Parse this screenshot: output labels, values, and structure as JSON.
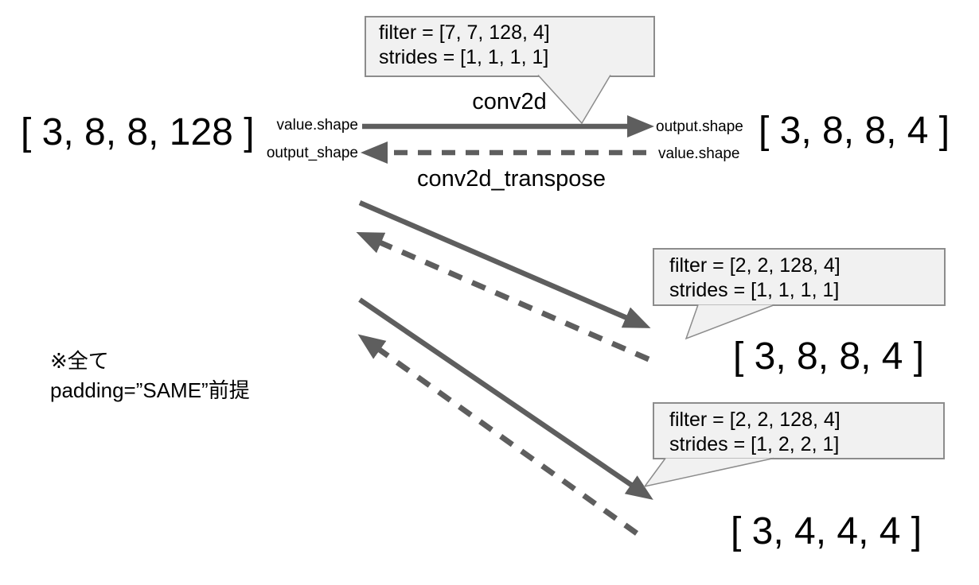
{
  "title": "conv2d / conv2d_transpose shape relationship diagram",
  "colors": {
    "arrow": "#5e5e5e",
    "callout_fill": "#f1f1f1",
    "callout_border": "#8c8c8c",
    "text": "#000000",
    "background": "#ffffff"
  },
  "shapes": {
    "input": "[ 3, 8, 8, 128 ]",
    "conv_output": "[ 3, 8, 8, 4 ]",
    "transpose_output_stride1": "[ 3, 8, 8, 4 ]",
    "transpose_output_stride2": "[ 3, 4, 4, 4 ]"
  },
  "ops": {
    "conv2d": "conv2d",
    "conv2d_transpose": "conv2d_transpose"
  },
  "port_labels": {
    "left_top": "value.shape",
    "left_bottom": "output_shape",
    "right_top": "output.shape",
    "right_bottom": "value.shape"
  },
  "callouts": [
    {
      "line1": "filter = [7, 7, 128, 4]",
      "line2": "strides = [1, 1, 1, 1]"
    },
    {
      "line1": "filter = [2, 2, 128, 4]",
      "line2": "strides = [1, 1, 1, 1]"
    },
    {
      "line1": "filter = [2, 2, 128, 4]",
      "line2": "strides = [1, 2, 2, 1]"
    }
  ],
  "note": {
    "line1": "※全て",
    "line2": "padding=”SAME”前提"
  }
}
